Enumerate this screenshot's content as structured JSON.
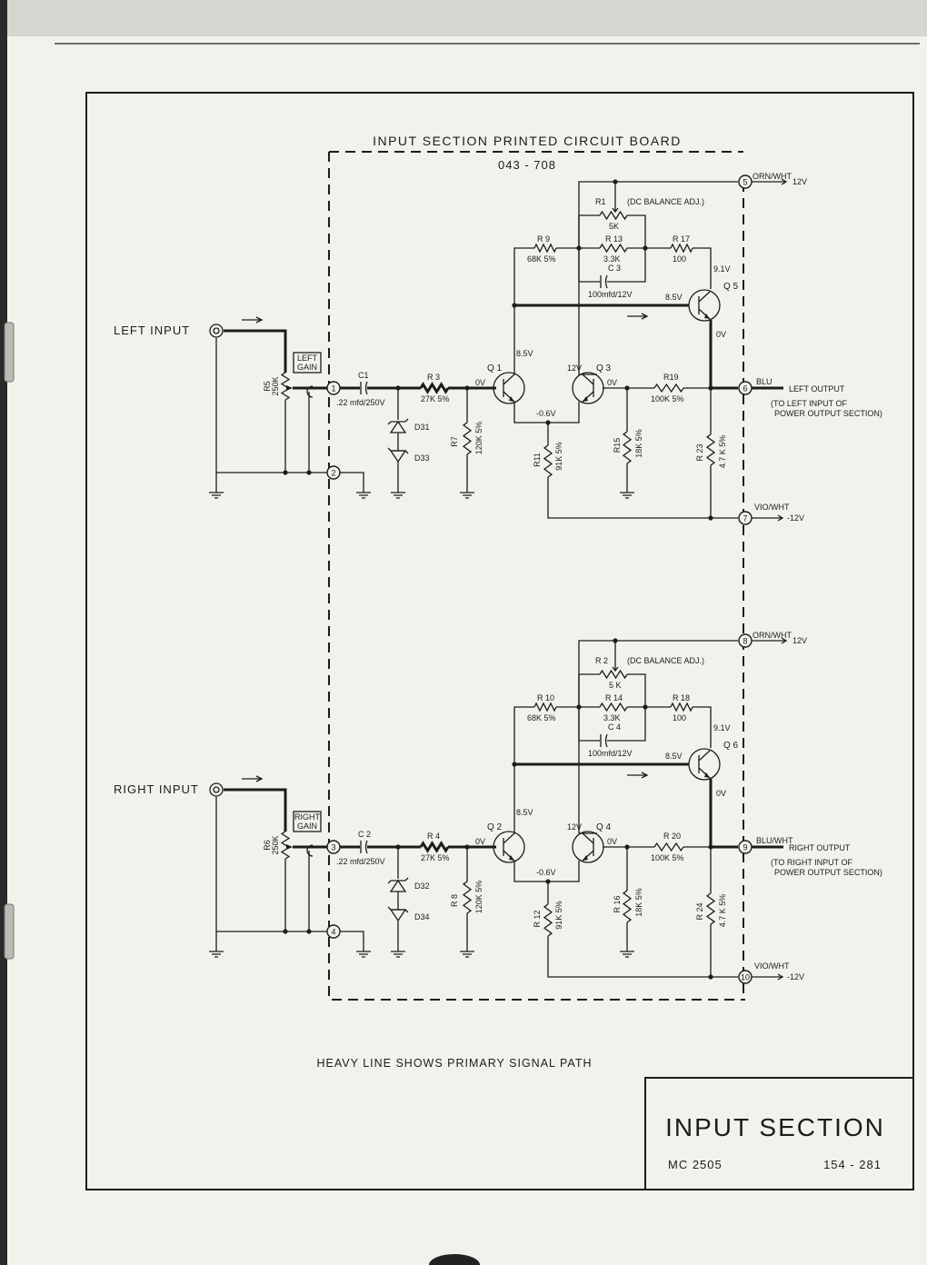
{
  "board": {
    "title": "INPUT SECTION PRINTED CIRCUIT BOARD",
    "number": "043 - 708"
  },
  "note": "HEAVY LINE SHOWS PRIMARY SIGNAL PATH",
  "title_block": {
    "title": "INPUT SECTION",
    "model": "MC 2505",
    "drawing_no": "154 - 281"
  },
  "left": {
    "input_label": "LEFT INPUT",
    "gain_label": [
      "LEFT",
      "GAIN"
    ],
    "pot": [
      "R5",
      "250K"
    ],
    "pins": {
      "in": "1",
      "gnd": "2",
      "vplus": "5",
      "out": "6",
      "vminus": "7"
    },
    "c_in": "C1",
    "c_in_val": ".22 mfd/250V",
    "r_ser": "R 3",
    "r_ser_val": "27K 5%",
    "diodes": [
      "D31",
      "D33"
    ],
    "r_bias": [
      "R7",
      "120K 5%"
    ],
    "q_a": "Q 1",
    "q_b": "Q 3",
    "q_c": "Q 5",
    "r_fb": "R 9",
    "r_fb_val": "68K 5%",
    "pot2": "R1",
    "pot2_note": "(DC BALANCE ADJ.)",
    "pot2_val": "5K",
    "r_mid": "R 13",
    "r_mid_val": "3.3K",
    "r_out": "R 17",
    "r_out_val": "100",
    "cap": "C 3",
    "cap_val": "100mfd/12V",
    "r_tail": [
      "R11",
      "91K 5%"
    ],
    "r_b2": [
      "R15",
      "18K 5%"
    ],
    "r_coll": "R19",
    "r_coll_val": "100K 5%",
    "r_load": [
      "R 23",
      "4.7 K 5%"
    ],
    "v": {
      "q1c": "8.5V",
      "q1b": "0V",
      "q3c": "12V",
      "q3b": "0V",
      "emit": "-0.6V",
      "q5b": "8.5V",
      "q5e": "9.1V",
      "q5c": "0V"
    },
    "wire_plus": "ORN/WHT",
    "supply_plus": "12V",
    "wire_out": "BLU",
    "out_label": "LEFT OUTPUT",
    "out_note": [
      "(TO LEFT INPUT OF",
      "POWER OUTPUT SECTION)"
    ],
    "wire_minus": "VIO/WHT",
    "supply_minus": "-12V"
  },
  "right": {
    "input_label": "RIGHT INPUT",
    "gain_label": [
      "RIGHT",
      "GAIN"
    ],
    "pot": [
      "R6",
      "250K"
    ],
    "pins": {
      "in": "3",
      "gnd": "4",
      "vplus": "8",
      "out": "9",
      "vminus": "10"
    },
    "c_in": "C 2",
    "c_in_val": ".22 mfd/250V",
    "r_ser": "R 4",
    "r_ser_val": "27K 5%",
    "diodes": [
      "D32",
      "D34"
    ],
    "r_bias": [
      "R 8",
      "120K 5%"
    ],
    "q_a": "Q 2",
    "q_b": "Q 4",
    "q_c": "Q 6",
    "r_fb": "R 10",
    "r_fb_val": "68K 5%",
    "pot2": "R 2",
    "pot2_note": "(DC BALANCE ADJ.)",
    "pot2_val": "5 K",
    "r_mid": "R 14",
    "r_mid_val": "3.3K",
    "r_out": "R 18",
    "r_out_val": "100",
    "cap": "C 4",
    "cap_val": "100mfd/12V",
    "r_tail": [
      "R 12",
      "91K 5%"
    ],
    "r_b2": [
      "R 16",
      "18K 5%"
    ],
    "r_coll": "R 20",
    "r_coll_val": "100K 5%",
    "r_load": [
      "R 24",
      "4.7 K 5%"
    ],
    "v": {
      "q1c": "8.5V",
      "q1b": "0V",
      "q3c": "12V",
      "q3b": "0V",
      "emit": "-0.6V",
      "q5b": "8.5V",
      "q5e": "9.1V",
      "q5c": "0V"
    },
    "wire_plus": "ORN/WHT",
    "supply_plus": "12V",
    "wire_out": "BLU/WHT",
    "out_label": "RIGHT OUTPUT",
    "out_note": [
      "(TO RIGHT INPUT OF",
      "POWER OUTPUT SECTION)"
    ],
    "wire_minus": "VIO/WHT",
    "supply_minus": "-12V"
  }
}
